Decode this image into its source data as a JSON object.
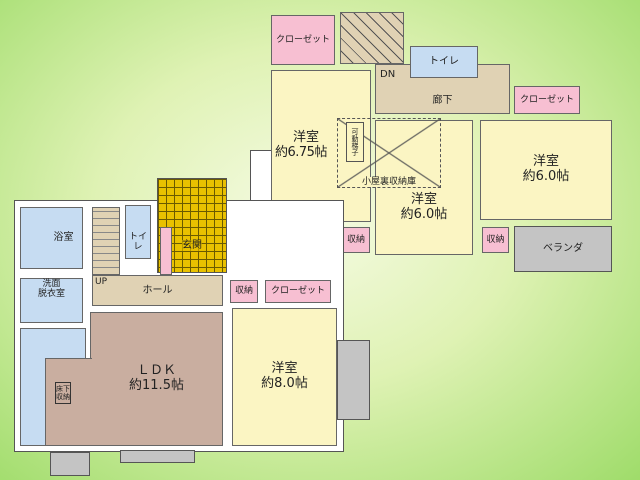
{
  "upper_floor": {
    "closet_left": "クローゼット",
    "stair_label": "DN",
    "toilet": "トイレ",
    "corridor": "廊下",
    "closet_right": "クローゼット",
    "room_left": {
      "name": "洋室",
      "size": "約6.75帖"
    },
    "room_middle": {
      "name": "洋室",
      "size": "約6.0帖"
    },
    "room_right": {
      "name": "洋室",
      "size": "約6.0帖"
    },
    "attic_storage": "小屋裏収納庫",
    "movable_ladder": "可動梯子",
    "storage_middle": "収納",
    "storage_right": "収納",
    "veranda": "ベランダ"
  },
  "lower_floor": {
    "bath": "浴室",
    "toilet": "トイレ",
    "entrance": "玄関",
    "stair_label": "UP",
    "hall": "ホール",
    "washroom": "洗面\n脱衣室",
    "ldk": {
      "name": "ＬＤＫ",
      "size": "約11.5帖"
    },
    "underfloor_storage": "床下\n収納",
    "room": {
      "name": "洋室",
      "size": "約8.0帖"
    },
    "storage": "収納",
    "closet": "クローゼット"
  },
  "colors": {
    "background": "#9fdc6a",
    "western_room": "#fbf5c3",
    "closet": "#f7bfd2",
    "wet_area": "#c6dcf2",
    "hall": "#e0d2b4",
    "ldk": "#c9aea0",
    "entrance": "#e9c100",
    "veranda": "#c4c4c4"
  }
}
